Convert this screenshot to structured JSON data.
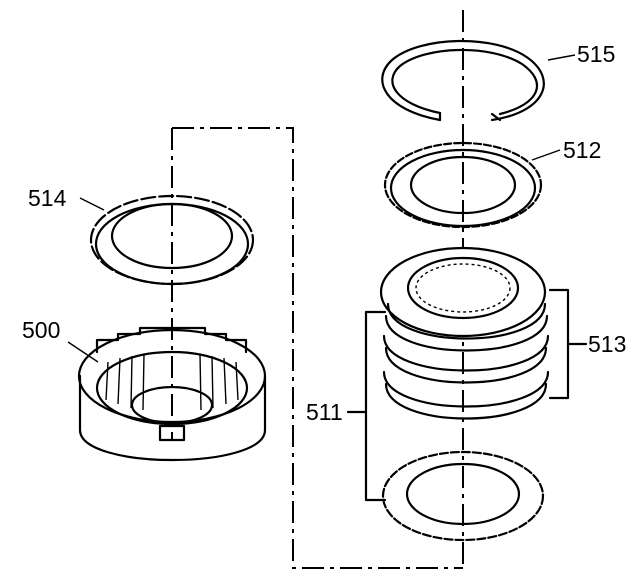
{
  "callouts": {
    "c515": "515",
    "c512": "512",
    "c514": "514",
    "c500": "500",
    "c513": "513",
    "c511": "511"
  },
  "colors": {
    "ink": "#000000",
    "background": "#ffffff"
  }
}
